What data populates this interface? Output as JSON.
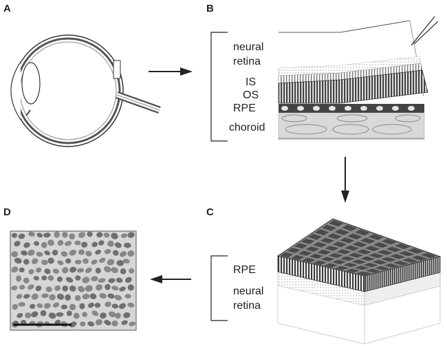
{
  "panels": {
    "a": {
      "letter": "A"
    },
    "b": {
      "letter": "B",
      "labels": {
        "neural_line1": "neural",
        "neural_line2": "retina",
        "is": "IS",
        "os": "OS",
        "rpe": "RPE",
        "choroid": "choroid"
      }
    },
    "c": {
      "letter": "C",
      "labels": {
        "rpe": "RPE",
        "neural_line1": "neural",
        "neural_line2": "retina"
      }
    },
    "d": {
      "letter": "D"
    }
  },
  "colors": {
    "line": "#333333",
    "rpe_cell": "#555555",
    "os_stripe": "#444444",
    "choroid": "#d9d9d9",
    "micrograph_bg": "#d6d6d6",
    "nucleus": "#7a7a7a"
  }
}
